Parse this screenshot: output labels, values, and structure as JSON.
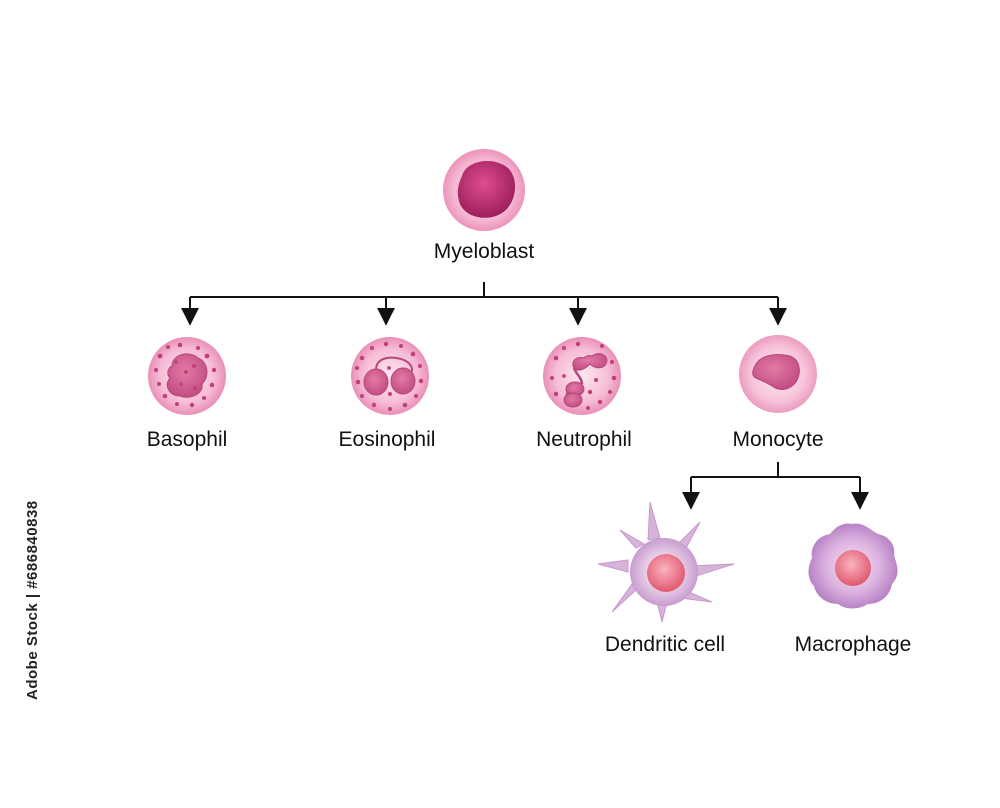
{
  "root": {
    "label": "Myeloblast"
  },
  "children": [
    {
      "label": "Basophil"
    },
    {
      "label": "Eosinophil"
    },
    {
      "label": "Neutrophil"
    },
    {
      "label": "Monocyte"
    }
  ],
  "monocyte_children": [
    {
      "label": "Dendritic cell"
    },
    {
      "label": "Macrophage"
    }
  ],
  "side_credit": "Adobe Stock | #686840838",
  "colors": {
    "cell_light": "#f7c9de",
    "cell_mid": "#e68fb5",
    "nucleus": "#b8306e",
    "granule": "#c2407a",
    "lilac": "#c99bd1",
    "line": "#111111"
  }
}
